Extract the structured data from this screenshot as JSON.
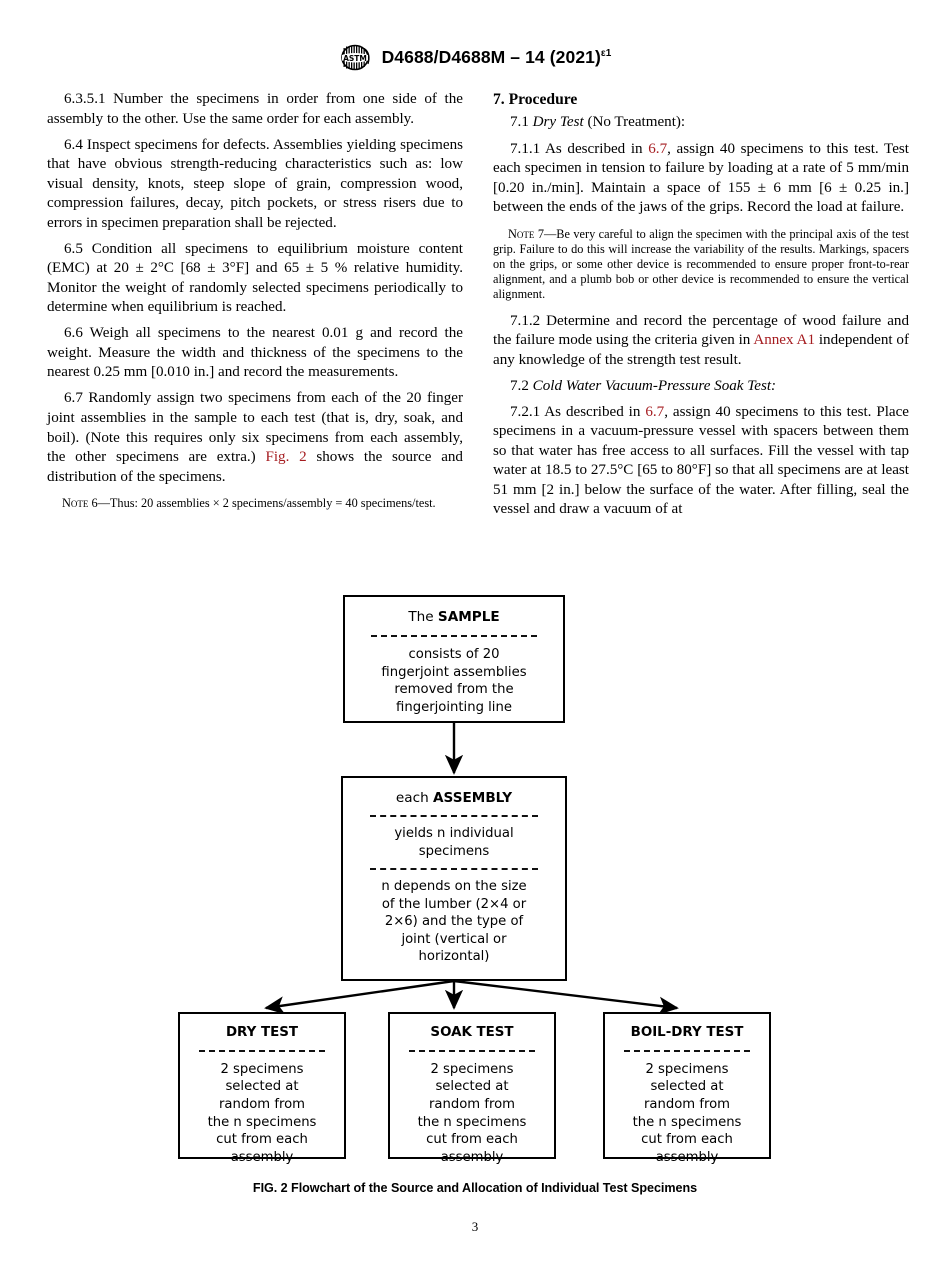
{
  "header": {
    "logo_icon": "astm-logo-icon",
    "designation": "D4688/D4688M – 14 (2021)",
    "superscript": "ε1"
  },
  "left_column": {
    "paragraphs": [
      "6.3.5.1 Number the specimens in order from one side of the assembly to the other. Use the same order for each assembly.",
      "6.4 Inspect specimens for defects. Assemblies yielding specimens that have obvious strength-reducing characteristics such as: low visual density, knots, steep slope of grain, compression wood, compression failures, decay, pitch pockets, or stress risers due to errors in specimen preparation shall be rejected.",
      "6.5 Condition all specimens to equilibrium moisture content (EMC) at 20 ± 2°C [68 ± 3°F] and 65 ± 5 % relative humidity. Monitor the weight of randomly selected specimens periodically to determine when equilibrium is reached.",
      "6.6 Weigh all specimens to the nearest 0.01 g and record the weight. Measure the width and thickness of the specimens to the nearest 0.25 mm [0.010 in.] and record the measurements."
    ],
    "para_6_7": {
      "before_link": "6.7 Randomly assign two specimens from each of the 20 finger joint assemblies in the sample to each test (that is, dry, soak, and boil). (Note this requires only six specimens from each assembly, the other specimens are extra.) ",
      "link": "Fig. 2",
      "after_link": " shows the source and distribution of the specimens."
    },
    "note_6": {
      "label": "Note 6",
      "text": "—Thus: 20 assemblies × 2 specimens/assembly = 40 specimens/test."
    }
  },
  "right_column": {
    "section_heading": "7.  Procedure",
    "para_7_1": {
      "number": "7.1 ",
      "italic": "Dry Test",
      "rest": " (No Treatment):"
    },
    "para_7_1_1": {
      "before_link": "7.1.1 As described in ",
      "link": "6.7",
      "after_link": ", assign 40 specimens to this test. Test each specimen in tension to failure by loading at a rate of 5 mm/min [0.20 in./min]. Maintain a space of 155 ± 6 mm [6 ± 0.25 in.] between the ends of the jaws of the grips. Record the load at failure."
    },
    "note_7": {
      "label": "Note 7",
      "text": "—Be very careful to align the specimen with the principal axis of the test grip. Failure to do this will increase the variability of the results. Markings, spacers on the grips, or some other device is recommended to ensure proper front-to-rear alignment, and a plumb bob or other device is recommended to ensure the vertical alignment."
    },
    "para_7_1_2": {
      "before_link": "7.1.2 Determine and record the percentage of wood failure and the failure mode using the criteria given in ",
      "link": "Annex A1",
      "after_link": " independent of any knowledge of the strength test result."
    },
    "para_7_2": {
      "number": "7.2 ",
      "italic": "Cold Water Vacuum-Pressure Soak Test:"
    },
    "para_7_2_1": {
      "before_link": "7.2.1 As described in ",
      "link": "6.7",
      "after_link": ", assign 40 specimens to this test. Place specimens in a vacuum-pressure vessel with spacers between them so that water has free access to all surfaces. Fill the vessel with tap water at 18.5 to 27.5°C [65 to 80°F] so that all specimens are at least 51 mm [2 in.] below the surface of the water. After filling, seal the vessel and draw a vacuum of at"
    }
  },
  "figure": {
    "caption": "FIG. 2 Flowchart of the Source and Allocation of Individual Test Specimens",
    "boxes": {
      "sample": {
        "title_prefix": "The ",
        "title_bold": "SAMPLE",
        "body": "consists of 20\nfingerjoint assemblies\nremoved from the\nfingerjointing line"
      },
      "assembly": {
        "title_prefix": "each ",
        "title_bold": "ASSEMBLY",
        "body_1": "yields n individual\nspecimens",
        "body_2": "n depends on the size\nof the lumber (2×4 or\n2×6) and the type of\njoint (vertical or\nhorizontal)"
      },
      "dry": {
        "title": "DRY TEST",
        "body": "2 specimens\nselected at\nrandom from\nthe n specimens\ncut from each\nassembly"
      },
      "soak": {
        "title": "SOAK TEST",
        "body": "2 specimens\nselected at\nrandom from\nthe n specimens\ncut from each\nassembly"
      },
      "boil": {
        "title": "BOIL-DRY TEST",
        "body": "2 specimens\nselected at\nrandom from\nthe n specimens\ncut from each\nassembly"
      }
    }
  },
  "footer": {
    "page_number": "3"
  },
  "colors": {
    "link": "#a51c20",
    "text": "#000000",
    "background": "#ffffff"
  }
}
